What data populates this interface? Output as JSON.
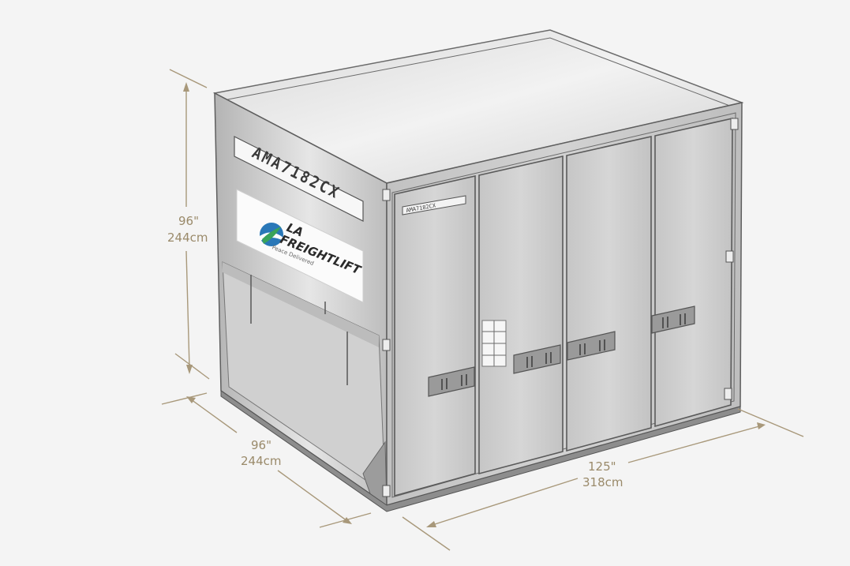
{
  "unit_id": "AMA7182CX",
  "door_plate_text": "AMA7182CX",
  "logo": {
    "line1": "LA",
    "line2": "FREIGHTLIFT",
    "tagline": "Peace Delivered"
  },
  "dimensions": {
    "height": {
      "imperial": "96\"",
      "metric": "244cm"
    },
    "depth": {
      "imperial": "96\"",
      "metric": "244cm"
    },
    "width": {
      "imperial": "125\"",
      "metric": "318cm"
    }
  },
  "colors": {
    "background": "#f4f4f4",
    "dimension": "#a8987a",
    "container_body": "#c9c9c9",
    "logo_blue": "#2a78b8",
    "logo_green": "#3aa35a"
  }
}
